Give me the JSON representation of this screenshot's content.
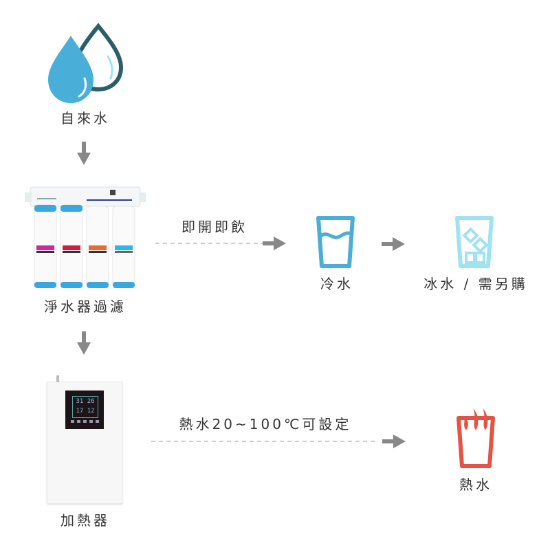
{
  "nodes": {
    "tap_water": {
      "label": "自來水",
      "icon": "water-drops-icon"
    },
    "filter": {
      "label": "淨水器過濾",
      "icon": "four-stage-filter-image"
    },
    "heater": {
      "label": "加熱器",
      "icon": "water-heater-image"
    },
    "cold_water": {
      "label": "冷水",
      "icon": "glass-of-water-icon"
    },
    "ice_water": {
      "label": "冰水 / 需另購",
      "icon": "glass-with-ice-icon"
    },
    "hot_water": {
      "label": "熱水",
      "icon": "hot-cup-icon"
    }
  },
  "edges": {
    "instant_drink": {
      "label": "即開即飲"
    },
    "hot_range": {
      "label": "熱水20~100℃可設定"
    }
  },
  "heater_display": {
    "line1": "31 26",
    "line2": "17 12"
  },
  "colors": {
    "drop_blue": "#4aafd8",
    "drop_dark": "#2a5f6a",
    "cold": "#4aafd6",
    "ice": "#9fe2f2",
    "hot": "#e35444",
    "arrow": "#888888",
    "text": "#333333"
  }
}
